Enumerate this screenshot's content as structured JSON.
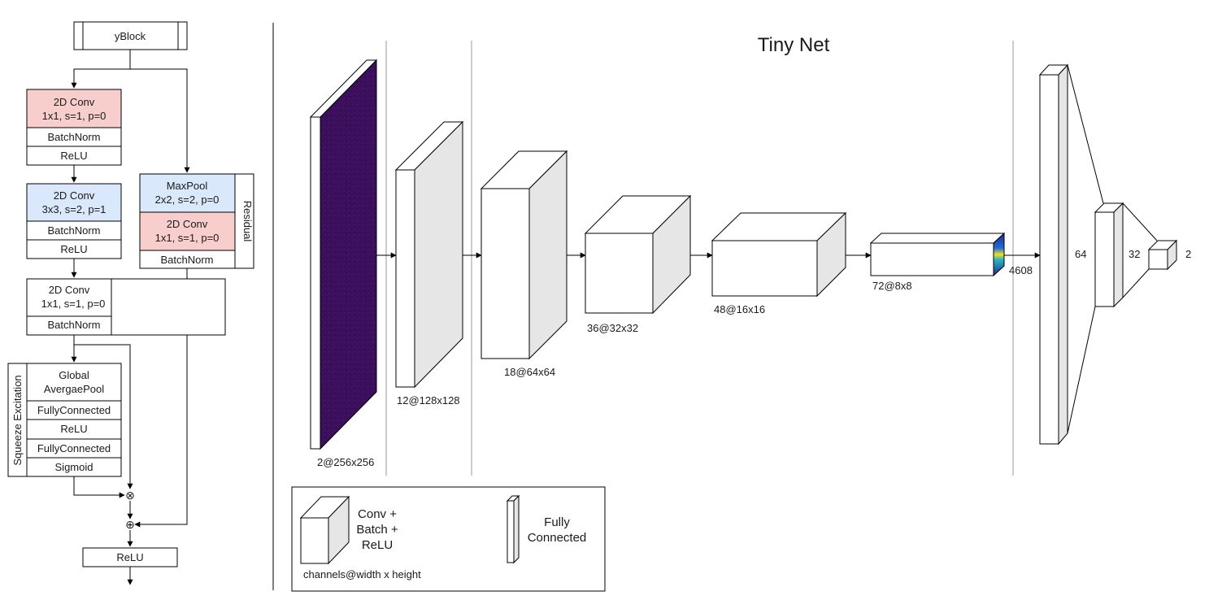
{
  "block": {
    "title": "yBlock",
    "conv1": [
      "2D Conv",
      "1x1, s=1, p=0"
    ],
    "bn1": "BatchNorm",
    "relu1": "ReLU",
    "conv2": [
      "2D Conv",
      "3x3, s=2, p=1"
    ],
    "bn2": "BatchNorm",
    "relu2": "ReLU",
    "conv3": [
      "2D Conv",
      "1x1, s=1, p=0"
    ],
    "bn3": "BatchNorm",
    "residual": {
      "label": "Residual",
      "maxpool": [
        "MaxPool",
        "2x2, s=2, p=0"
      ],
      "conv": [
        "2D Conv",
        "1x1, s=1, p=0"
      ],
      "bn": "BatchNorm"
    },
    "se": {
      "label": "Squeeze Excitation",
      "gap": [
        "Global",
        "AvergaePool"
      ],
      "fc1": "FullyConnected",
      "relu": "ReLU",
      "fc2": "FullyConnected",
      "sigmoid": "Sigmoid"
    },
    "multiply_symbol": "⊗",
    "add_symbol": "⊕",
    "final_relu": "ReLU"
  },
  "net": {
    "title": "Tiny Net",
    "layers": [
      "2@256x256",
      "12@128x128",
      "18@64x64",
      "36@32x32",
      "48@16x16",
      "72@8x8"
    ],
    "flatten": "4608",
    "fc": [
      "64",
      "32",
      "2"
    ]
  },
  "legend": {
    "conv": [
      "Conv +",
      "Batch +",
      "ReLU"
    ],
    "conv_caption": "channels@width x height",
    "fc": [
      "Fully",
      "Connected"
    ]
  },
  "colors": {
    "conv_red": "#f8cecc",
    "pool_blue": "#dae8fc",
    "input_purple": "#3b0f5c"
  }
}
